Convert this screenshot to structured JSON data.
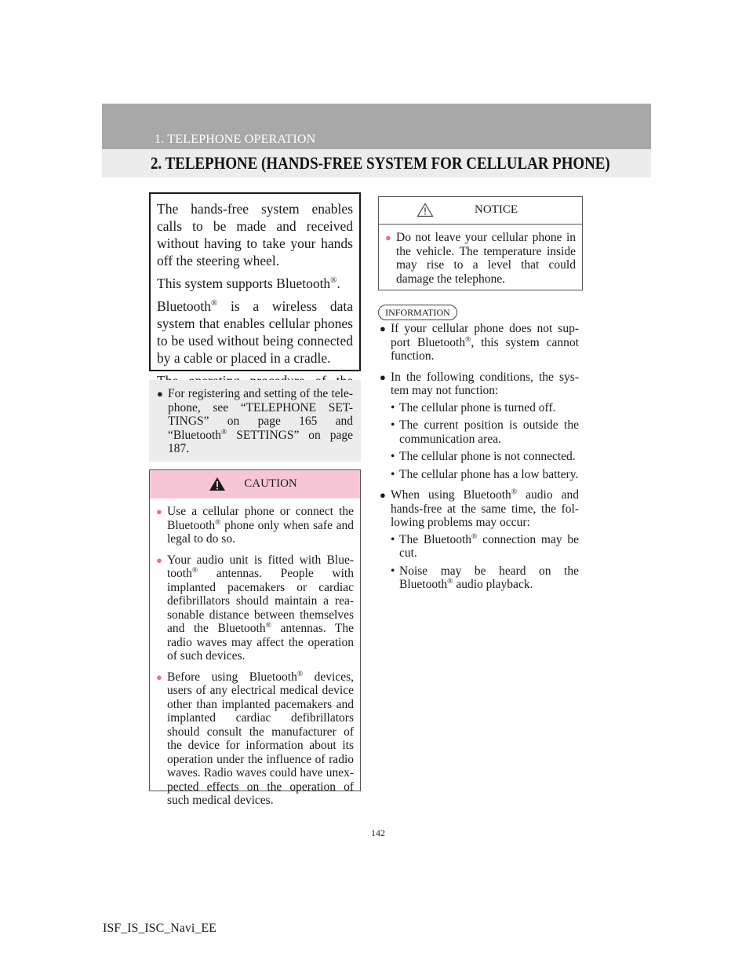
{
  "header": {
    "section": "1. TELEPHONE OPERATION",
    "title": "2. TELEPHONE (HANDS-FREE SYSTEM FOR CELLULAR PHONE)"
  },
  "intro": {
    "p1": "The hands-free system enables calls to be made and received without having to take your hands off the steering wheel.",
    "p2_a": "This system supports Bluetooth",
    "p2_b": ".",
    "p3_a": "Bluetooth",
    "p3_b": " is a wireless data system that enables cellular phones to be used without being connected by a cable or placed in a cradle.",
    "p4": "The operating procedure of the tele-phone is explained here.",
    "reg": "®"
  },
  "see_also": {
    "a": "For registering and setting of the tele-phone, see “TELEPHONE SET-TINGS” on page 165 and “Bluetooth",
    "b": " SETTINGS” on page 187."
  },
  "caution": {
    "label": "CAUTION",
    "item1_a": "Use a cellular phone or connect the Bluetooth",
    "item1_b": " phone only when safe and legal to do so.",
    "item2_a": "Your audio unit is fitted with Blue-tooth",
    "item2_b": " antennas. People with implanted pacemakers or cardiac defibrillators should maintain a rea-sonable distance between themselves and the Bluetooth",
    "item2_c": " antennas. The radio waves may affect the operation of such devices.",
    "item3_a": "Before using Bluetooth",
    "item3_b": " devices, users of any electrical medical device other than implanted pacemakers and implanted cardiac defibrillators should consult the manufacturer of the device for information about its operation under the influence of radio waves. Radio waves could have unex-pected effects on the operation of such medical devices."
  },
  "notice": {
    "label": "NOTICE",
    "item1": "Do not leave your cellular phone in the vehicle. The temperature inside may rise to a level that could damage the telephone."
  },
  "information": {
    "label": "INFORMATION",
    "item1_a": "If your cellular phone does not sup-port Bluetooth",
    "item1_b": ", this system cannot function.",
    "item2": "In the following conditions, the sys-tem may not function:",
    "item2_subs": [
      "The cellular phone is turned off.",
      "The current position is outside the communication area.",
      "The cellular phone is not connected.",
      "The cellular phone has a low battery."
    ],
    "item3_a": "When using Bluetooth",
    "item3_b": " audio and hands-free at the same time, the fol-lowing problems may occur:",
    "item3_sub1_a": "The Bluetooth",
    "item3_sub1_b": " connection may be cut.",
    "item3_sub2_a": "Noise may be heard on the Bluetooth",
    "item3_sub2_b": " audio playback."
  },
  "page_number": "142",
  "footer": "ISF_IS_ISC_Navi_EE",
  "glyphs": {
    "bullet": "●",
    "dot": "•"
  },
  "colors": {
    "header_band": "#a8a8a8",
    "caution_header": "#f7c6d6",
    "bullet_pink": "#e56fa3"
  }
}
